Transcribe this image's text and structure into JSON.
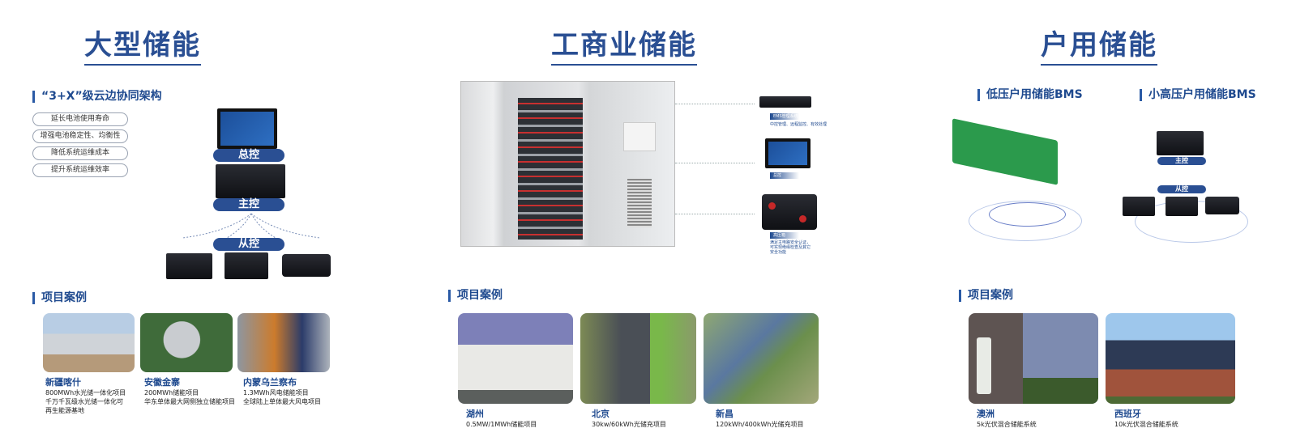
{
  "sections": {
    "large": {
      "title": "大型储能",
      "arch_title": "“3+X”级云边协同架构",
      "benefits": [
        "延长电池使用寿命",
        "增强电池稳定性、均衡性",
        "降低系统运维成本",
        "提升系统运维效率"
      ],
      "labels": {
        "total": "总控",
        "master": "主控",
        "slave": "从控"
      },
      "cases_title": "项目案例",
      "cases": [
        {
          "name": "新疆喀什",
          "desc": [
            "800MWh水光储一体化项目",
            "千万千瓦级水光储一体化可",
            "再生能源基地"
          ]
        },
        {
          "name": "安徽金寨",
          "desc": [
            "200MWh储能项目",
            "华东单体最大网侧独立储能项目"
          ]
        },
        {
          "name": "内蒙乌兰察布",
          "desc": [
            "1.3MWh风电储能项目",
            "全球陆上单体最大风电项目"
          ]
        }
      ]
    },
    "commercial": {
      "title": "工商业储能",
      "components": [
        {
          "tag": "EMS管理系统",
          "desc": "中控管理、远程监控、有效处理"
        },
        {
          "tag": "总控",
          "desc": ""
        },
        {
          "tag": "高压箱",
          "desc": "满足主电路安全认证，可实现绝缘检查及其它安全功能"
        }
      ],
      "cases_title": "项目案例",
      "cases": [
        {
          "name": "湖州",
          "desc": [
            "0.5MW/1MWh储能项目"
          ]
        },
        {
          "name": "北京",
          "desc": [
            "30kw/60kWh光储充项目"
          ]
        },
        {
          "name": "新昌",
          "desc": [
            "120kWh/400kWh光储充项目"
          ]
        }
      ]
    },
    "residential": {
      "title": "户用储能",
      "low_title": "低压户用储能BMS",
      "high_title": "小高压户用储能BMS",
      "labels": {
        "master": "主控",
        "slave": "从控"
      },
      "cases_title": "项目案例",
      "cases": [
        {
          "name": "澳洲",
          "desc": [
            "5k光伏混合储能系统"
          ]
        },
        {
          "name": "西班牙",
          "desc": [
            "10k光伏混合储能系统"
          ]
        }
      ]
    }
  },
  "colors": {
    "accent": "#2a4f93"
  }
}
